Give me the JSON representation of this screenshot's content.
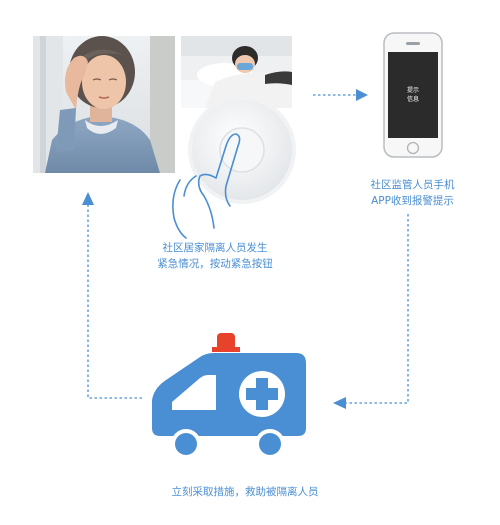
{
  "phone_screen": {
    "line1": "提示",
    "line2": "信息"
  },
  "captions": {
    "button_press": [
      "社区居家隔离人员发生",
      "紧急情况，按动紧急按钮"
    ],
    "phone_alert": [
      "社区监管人员手机",
      "APP收到报警提示"
    ],
    "rescue": "立刻采取措施，救助被隔离人员"
  },
  "colors": {
    "accent_blue": "#4a8fd3",
    "ambulance_blue": "#4a8fd3",
    "siren_red": "#e6422c",
    "phone_dark": "#2b2b2b"
  },
  "icons": [
    "headache-woman-photo",
    "sick-child-photo",
    "emergency-button-photo",
    "pointing-hand-icon",
    "smartphone-icon",
    "ambulance-icon",
    "medical-cross-icon"
  ]
}
